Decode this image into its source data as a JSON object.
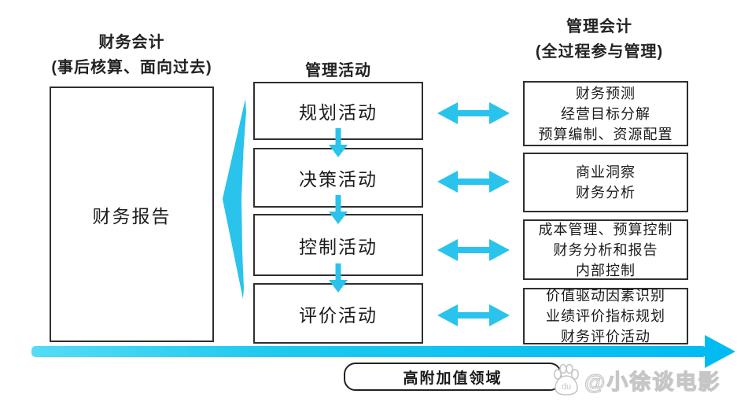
{
  "canvas": {
    "background": "#ffffff",
    "accent_cyan": "#29c3ec",
    "bottom_bar_gradient": [
      "#55dcf5",
      "#00bcf2"
    ],
    "box_border": "#2f2f2f"
  },
  "left_column": {
    "title": "财务会计",
    "subtitle": "(事后核算、面向过去)",
    "box_label": "财务报告"
  },
  "middle_column": {
    "title": "管理活动",
    "boxes": [
      "规划活动",
      "决策活动",
      "控制活动",
      "评价活动"
    ]
  },
  "right_column": {
    "title": "管理会计",
    "subtitle": "(全过程参与管理)",
    "boxes": [
      [
        "财务预测",
        "经营目标分解",
        "预算编制、资源配置"
      ],
      [
        "商业洞察",
        "财务分析"
      ],
      [
        "成本管理、预算控制",
        "财务分析和报告",
        "内部控制"
      ],
      [
        "价值驱动因素识别",
        "业绩评价指标规划",
        "财务评价活动"
      ]
    ]
  },
  "bottom_axis": {
    "label": "高附加值领域"
  },
  "watermark": {
    "icon": "baidu-paw-icon",
    "icon_text": "du",
    "text": "@小徐谈电影"
  }
}
